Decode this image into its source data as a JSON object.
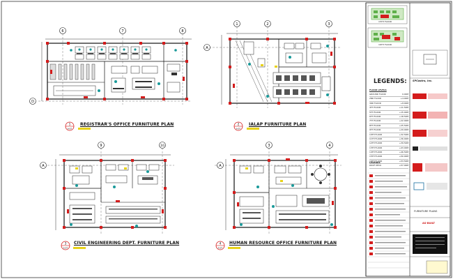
{
  "plans": [
    {
      "number": "1",
      "sheet": "A-07",
      "title": "REGISTRAR'S OFFICE FURNITURE PLAN"
    },
    {
      "number": "2",
      "sheet": "A-07",
      "title": "IALAP FURNITURE PLAN"
    },
    {
      "number": "3",
      "sheet": "A-07",
      "title": "CIVIL ENGINEERING DEPT. FURNITURE PLAN"
    },
    {
      "number": "4",
      "sheet": "A-07",
      "title": "HUMAN RESOURCE OFFICE FURNITURE PLAN"
    }
  ],
  "grid_bubbles": {
    "plan1": [
      "6",
      "7",
      "8",
      "D"
    ],
    "plan2": [
      "1",
      "2",
      "3",
      "A"
    ],
    "plan3": [
      "9",
      "10",
      "A"
    ],
    "plan4": [
      "3",
      "4",
      "A"
    ]
  },
  "titleblock": {
    "key_plans": [
      "15TH FLOOR",
      "16TH FLOOR"
    ],
    "legend_title": "LEGENDS:",
    "floor_levels_title": "FLOOR LEVELS",
    "floor_levels": [
      {
        "floor": "GROUND FLOOR",
        "level": "0.00M"
      },
      {
        "floor": "2ND FLOOR",
        "level": "+4.00M"
      },
      {
        "floor": "3RD FLOOR",
        "level": "+8.00M"
      },
      {
        "floor": "4TH FLOOR",
        "level": "+11.50M"
      },
      {
        "floor": "5TH FLOOR",
        "level": "+15.00M"
      },
      {
        "floor": "6TH FLOOR",
        "level": "+18.50M"
      },
      {
        "floor": "7TH FLOOR",
        "level": "+22.00M"
      },
      {
        "floor": "8TH FLOOR",
        "level": "+25.50M"
      },
      {
        "floor": "9TH FLOOR",
        "level": "+29.00M"
      },
      {
        "floor": "10TH FLOOR",
        "level": "+32.50M"
      },
      {
        "floor": "11TH FLOOR",
        "level": "+36.00M"
      },
      {
        "floor": "12TH FLOOR",
        "level": "+39.50M"
      },
      {
        "floor": "13TH FLOOR",
        "level": "+43.00M"
      },
      {
        "floor": "14TH FLOOR",
        "level": "+46.50M"
      },
      {
        "floor": "15TH FLOOR",
        "level": "+50.00M"
      },
      {
        "floor": "16TH FLOOR",
        "level": "+53.50M"
      },
      {
        "floor": "ROOF DECK",
        "level": "+57.00M"
      }
    ],
    "legends_title": "LEGENDS",
    "firm_name": "SPCastro, Inc.",
    "drawing_title": "FURNITURE PLANS",
    "status": "AS-BUILT"
  },
  "colors": {
    "line": "#222222",
    "accent_red": "#d41c1c",
    "teal": "#1a9a9a",
    "label_yellow": "#e8d21a",
    "keyplan_green": "#5fb04a"
  }
}
